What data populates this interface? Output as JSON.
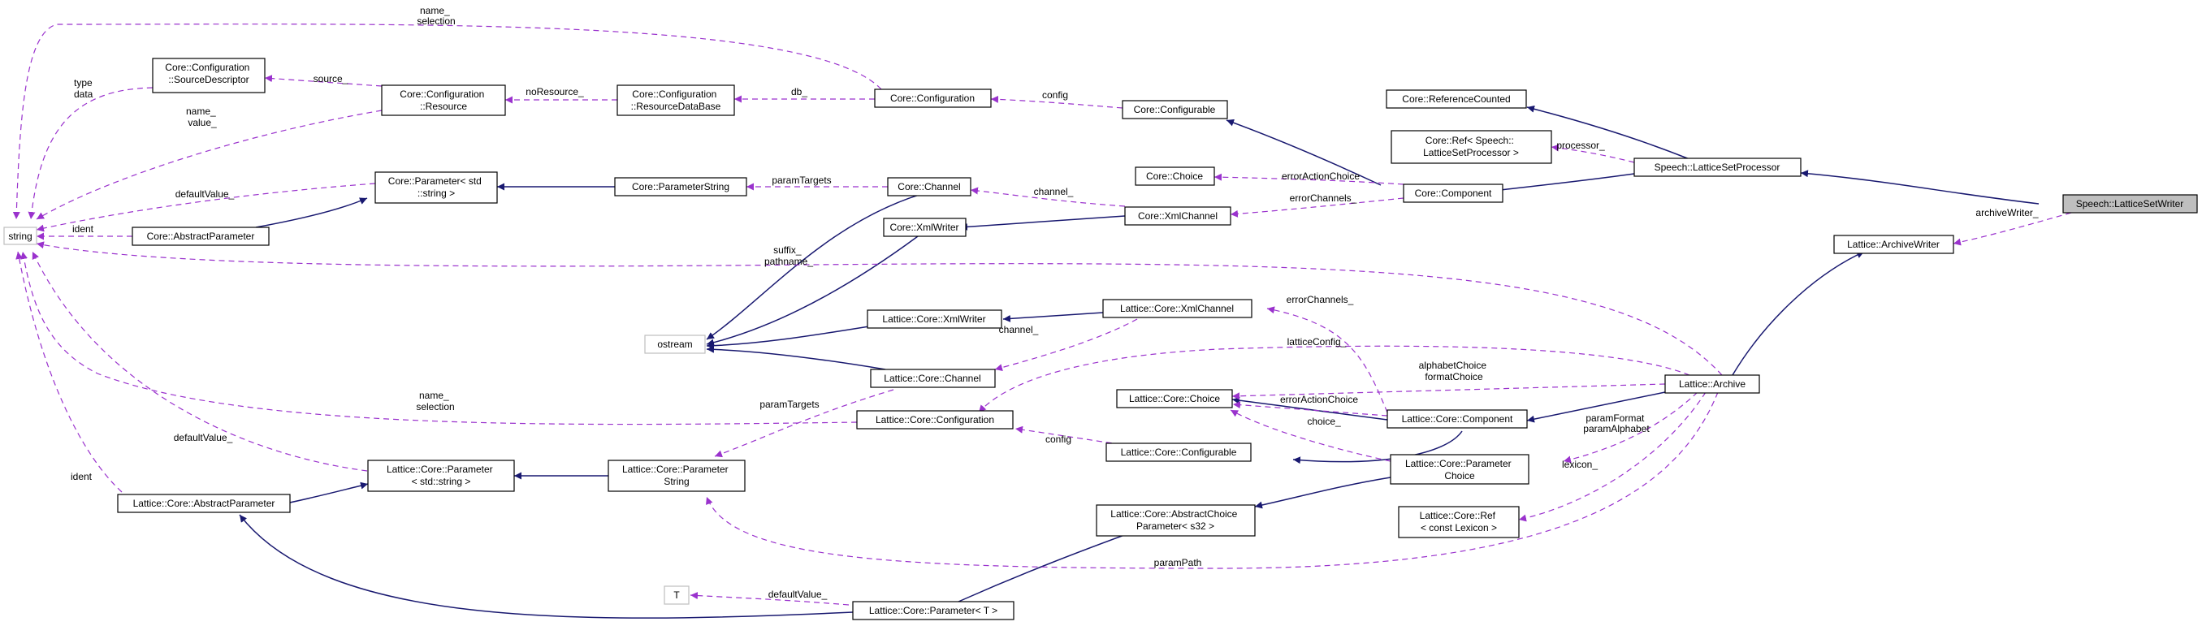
{
  "diagram": {
    "nodes": [
      {
        "id": "string",
        "lines": [
          "string"
        ],
        "kind": "ext"
      },
      {
        "id": "sourceDescriptor",
        "lines": [
          "Core::Configuration",
          "::SourceDescriptor"
        ]
      },
      {
        "id": "cfgResource",
        "lines": [
          "Core::Configuration",
          "::Resource"
        ]
      },
      {
        "id": "cfgResourceDb",
        "lines": [
          "Core::Configuration",
          "::ResourceDataBase"
        ]
      },
      {
        "id": "coreConfiguration",
        "lines": [
          "Core::Configuration"
        ]
      },
      {
        "id": "coreConfigurable",
        "lines": [
          "Core::Configurable"
        ]
      },
      {
        "id": "coreRefCounted",
        "lines": [
          "Core::ReferenceCounted"
        ]
      },
      {
        "id": "coreRefLsp",
        "lines": [
          "Core::Ref< Speech::",
          "LatticeSetProcessor >"
        ]
      },
      {
        "id": "speechLsp",
        "lines": [
          "Speech::LatticeSetProcessor"
        ]
      },
      {
        "id": "speechLsw",
        "lines": [
          "Speech::LatticeSetWriter"
        ],
        "kind": "focus"
      },
      {
        "id": "coreParamStdString",
        "lines": [
          "Core::Parameter< std",
          "::string >"
        ]
      },
      {
        "id": "coreParamString",
        "lines": [
          "Core::ParameterString"
        ]
      },
      {
        "id": "coreChannel",
        "lines": [
          "Core::Channel"
        ]
      },
      {
        "id": "coreChoice",
        "lines": [
          "Core::Choice"
        ]
      },
      {
        "id": "coreComponent",
        "lines": [
          "Core::Component"
        ]
      },
      {
        "id": "coreAbstractParam",
        "lines": [
          "Core::AbstractParameter"
        ]
      },
      {
        "id": "coreXmlWriter",
        "lines": [
          "Core::XmlWriter"
        ]
      },
      {
        "id": "coreXmlChannel",
        "lines": [
          "Core::XmlChannel"
        ]
      },
      {
        "id": "latArchiveWriter",
        "lines": [
          "Lattice::ArchiveWriter"
        ]
      },
      {
        "id": "ostream",
        "lines": [
          "ostream"
        ],
        "kind": "ext"
      },
      {
        "id": "lcXmlChannel",
        "lines": [
          "Lattice::Core::XmlChannel"
        ]
      },
      {
        "id": "lcXmlWriter",
        "lines": [
          "Lattice::Core::XmlWriter"
        ]
      },
      {
        "id": "lcChannel",
        "lines": [
          "Lattice::Core::Channel"
        ]
      },
      {
        "id": "latArchive",
        "lines": [
          "Lattice::Archive"
        ]
      },
      {
        "id": "lcChoice",
        "lines": [
          "Lattice::Core::Choice"
        ]
      },
      {
        "id": "lcConfiguration",
        "lines": [
          "Lattice::Core::Configuration"
        ]
      },
      {
        "id": "lcComponent",
        "lines": [
          "Lattice::Core::Component"
        ]
      },
      {
        "id": "lcConfigurable",
        "lines": [
          "Lattice::Core::Configurable"
        ]
      },
      {
        "id": "lcParamChoice",
        "lines": [
          "Lattice::Core::Parameter",
          "Choice"
        ]
      },
      {
        "id": "lcParamStd",
        "lines": [
          "Lattice::Core::Parameter",
          "< std::string >"
        ]
      },
      {
        "id": "lcParamString",
        "lines": [
          "Lattice::Core::Parameter",
          "String"
        ]
      },
      {
        "id": "lcAbstractParam",
        "lines": [
          "Lattice::Core::AbstractParameter"
        ]
      },
      {
        "id": "lcAbstractChoice",
        "lines": [
          "Lattice::Core::AbstractChoice",
          "Parameter< s32 >"
        ]
      },
      {
        "id": "lcRefLexicon",
        "lines": [
          "Lattice::Core::Ref",
          "< const Lexicon >"
        ]
      },
      {
        "id": "T",
        "lines": [
          "T"
        ],
        "kind": "ext"
      },
      {
        "id": "lcParamT",
        "lines": [
          "Lattice::Core::Parameter< T >"
        ]
      }
    ],
    "edge_labels": [
      {
        "id": "lbl-name-selection-top",
        "lines": [
          "name_",
          "selection"
        ]
      },
      {
        "id": "lbl-type-data",
        "lines": [
          "type",
          "data"
        ]
      },
      {
        "id": "lbl-source",
        "lines": [
          "source_"
        ]
      },
      {
        "id": "lbl-name-value",
        "lines": [
          "name_",
          "value_"
        ]
      },
      {
        "id": "lbl-noResource",
        "lines": [
          "noResource_"
        ]
      },
      {
        "id": "lbl-db",
        "lines": [
          "db_"
        ]
      },
      {
        "id": "lbl-config-core",
        "lines": [
          "config"
        ]
      },
      {
        "id": "lbl-processor",
        "lines": [
          "processor_"
        ]
      },
      {
        "id": "lbl-defaultValue-core",
        "lines": [
          "defaultValue_"
        ]
      },
      {
        "id": "lbl-paramTargets-core",
        "lines": [
          "paramTargets"
        ]
      },
      {
        "id": "lbl-errorActionChoice-core",
        "lines": [
          "errorActionChoice"
        ]
      },
      {
        "id": "lbl-ident-core",
        "lines": [
          "ident"
        ]
      },
      {
        "id": "lbl-channel-core",
        "lines": [
          "channel_"
        ]
      },
      {
        "id": "lbl-errorChannels-core",
        "lines": [
          "errorChannels_"
        ]
      },
      {
        "id": "lbl-archiveWriter",
        "lines": [
          "archiveWriter_"
        ]
      },
      {
        "id": "lbl-suffix-pathname",
        "lines": [
          "suffix_",
          "pathname_"
        ]
      },
      {
        "id": "lbl-errorChannels-lc",
        "lines": [
          "errorChannels_"
        ]
      },
      {
        "id": "lbl-channel-lc",
        "lines": [
          "channel_"
        ]
      },
      {
        "id": "lbl-latticeConfig",
        "lines": [
          "latticeConfig_"
        ]
      },
      {
        "id": "lbl-alphabet-format",
        "lines": [
          "alphabetChoice",
          "formatChoice"
        ]
      },
      {
        "id": "lbl-name-selection-lc",
        "lines": [
          "name_",
          "selection"
        ]
      },
      {
        "id": "lbl-errorActionChoice-lc",
        "lines": [
          "errorActionChoice"
        ]
      },
      {
        "id": "lbl-paramTargets-lc",
        "lines": [
          "paramTargets"
        ]
      },
      {
        "id": "lbl-choice",
        "lines": [
          "choice_"
        ]
      },
      {
        "id": "lbl-paramFormat-alphabet",
        "lines": [
          "paramFormat",
          "paramAlphabet"
        ]
      },
      {
        "id": "lbl-defaultValue-lc",
        "lines": [
          "defaultValue_"
        ]
      },
      {
        "id": "lbl-config-lc",
        "lines": [
          "config"
        ]
      },
      {
        "id": "lbl-ident-lc",
        "lines": [
          "ident"
        ]
      },
      {
        "id": "lbl-lexicon",
        "lines": [
          "lexicon_"
        ]
      },
      {
        "id": "lbl-paramPath",
        "lines": [
          "paramPath"
        ]
      },
      {
        "id": "lbl-defaultValue-T",
        "lines": [
          "defaultValue_"
        ]
      }
    ]
  },
  "colors": {
    "inheritance": "#191970",
    "usage": "#9a32cd",
    "node_border": "#000000",
    "external_border": "#bfbfbf",
    "focus_fill": "#bfbfbf"
  }
}
